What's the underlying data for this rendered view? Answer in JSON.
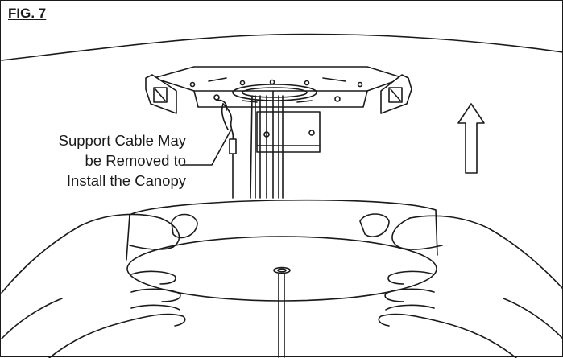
{
  "figure": {
    "label": "FIG. 7",
    "callout": {
      "line1": "Support Cable May",
      "line2": "be Removed to",
      "line3": "Install the Canopy"
    }
  },
  "icons": {
    "direction": "up-arrow-icon"
  },
  "colors": {
    "ink": "#1a1a1a",
    "background": "#ffffff"
  }
}
